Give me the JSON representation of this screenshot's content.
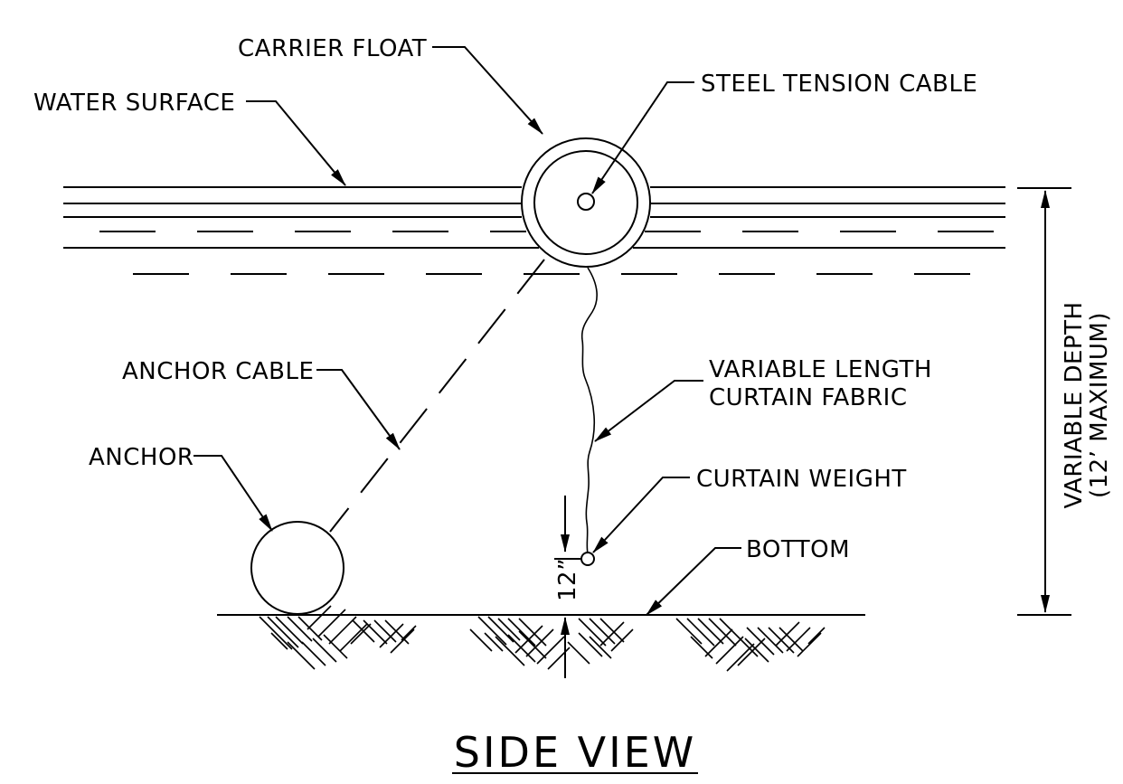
{
  "labels": {
    "carrier_float": "CARRIER FLOAT",
    "steel_tension_cable": "STEEL TENSION CABLE",
    "water_surface": "WATER SURFACE",
    "anchor_cable": "ANCHOR CABLE",
    "variable_length_line1": "VARIABLE LENGTH",
    "variable_length_line2": "CURTAIN FABRIC",
    "anchor": "ANCHOR",
    "curtain_weight": "CURTAIN WEIGHT",
    "bottom": "BOTTOM",
    "variable_depth_line1": "VARIABLE DEPTH",
    "variable_depth_line2": "(12’ MAXIMUM)",
    "clearance": "12”"
  },
  "title": "SIDE VIEW"
}
